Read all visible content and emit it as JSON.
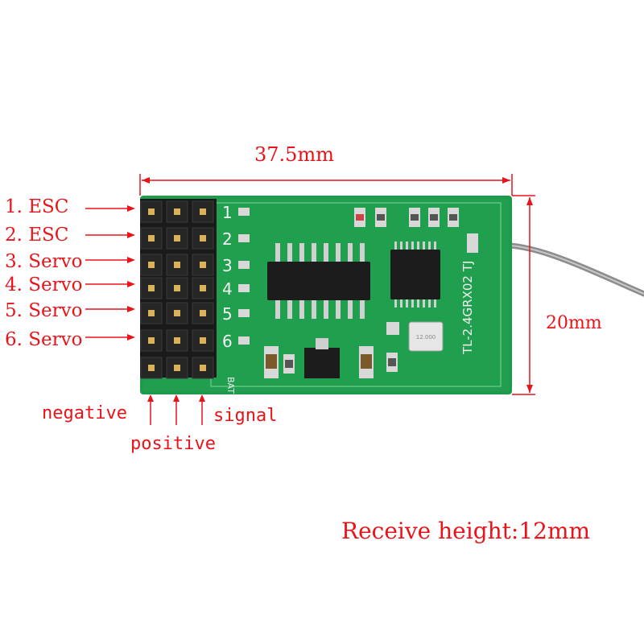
{
  "dimensions": {
    "width_label": "37.5mm",
    "height_label": "20mm"
  },
  "pins": [
    {
      "label": "1. ESC"
    },
    {
      "label": "2. ESC"
    },
    {
      "label": "3. Servo"
    },
    {
      "label": "4. Servo"
    },
    {
      "label": "5. Servo"
    },
    {
      "label": "6. Servo"
    }
  ],
  "polarity": {
    "negative": "negative",
    "positive": "positive",
    "signal": "signal"
  },
  "board": {
    "model_text": "TL-2.4GRX02 TJ",
    "pin_numbers": [
      "1",
      "2",
      "3",
      "4",
      "5",
      "6"
    ],
    "bat_text": "BAT",
    "crystal_text": "12.000"
  },
  "footer": {
    "receive_height": "Receive height:12mm"
  },
  "colors": {
    "annotation": "#e8141a",
    "pcb": "#1f9a4c",
    "silkscreen": "#f2f2f2"
  }
}
